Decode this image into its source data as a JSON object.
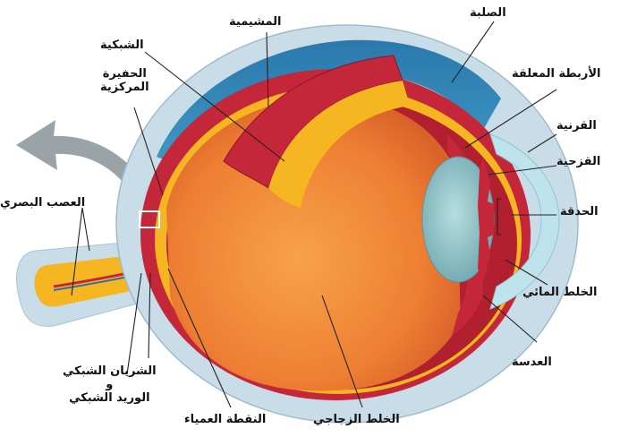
{
  "labels": {
    "choroid": "المشيمية",
    "sclera": "الصلبة",
    "retina": "الشبكية",
    "fovea_line1": "الحفيرة",
    "fovea_line2": "المركزية",
    "suspensory_ligaments": "الأربطة المعلقة",
    "cornea": "القرنية",
    "iris": "القزحية",
    "pupil": "الحدقة",
    "optic_nerve": "العصب البصري",
    "aqueous_humor": "الخلط المائي",
    "lens": "العدسة",
    "retinal_artery": "الشريان الشبكي",
    "and": "و",
    "retinal_vein": "الوريد الشبكي",
    "blind_spot": "النقطة العمياء",
    "vitreous_humor": "الخلط الزجاجي"
  },
  "colors": {
    "sclera": "#c8dde8",
    "choroid": "#2f86b6",
    "retina_red": "#c4263a",
    "yellow_layer": "#f6b622",
    "vitreous": "#f08a3a",
    "lens": "#8fc3c8",
    "cornea": "#bfe3ec",
    "arrow": "#9aa3a8"
  }
}
